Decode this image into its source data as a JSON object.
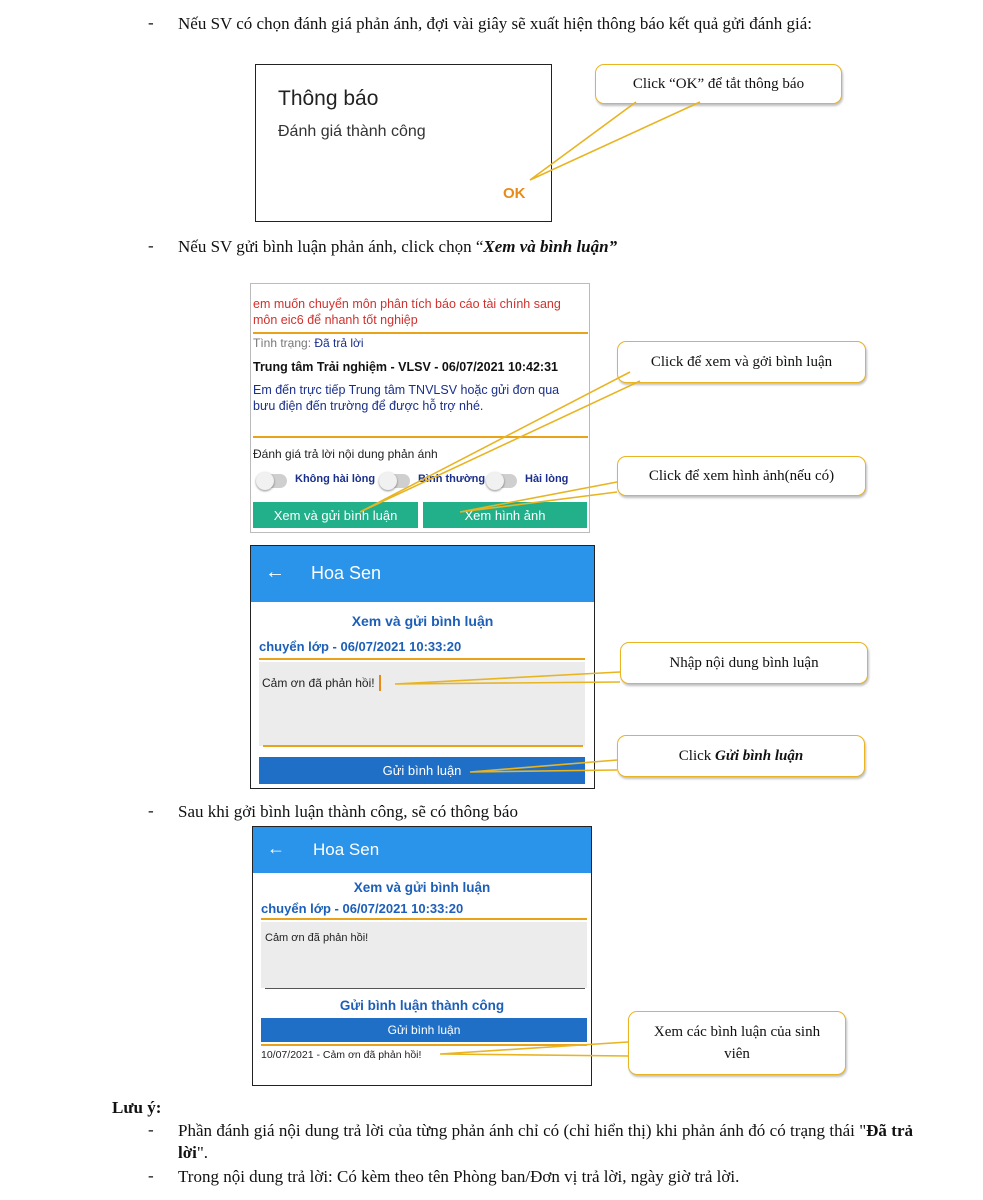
{
  "bullet": "-",
  "p1": "Nếu SV có chọn đánh giá phản ánh, đợi vài giây sẽ xuất hiện thông báo kết quả gửi đánh giá:",
  "dialog": {
    "title": "Thông báo",
    "message": "Đánh giá thành công",
    "ok": "OK"
  },
  "callout_ok": "Click “OK” để tắt thông báo",
  "p2": {
    "prefix": "Nếu SV gửi bình luận phản ánh, click chọn “",
    "emph": "Xem và bình luận”"
  },
  "feedback": {
    "request_text": "em muốn chuyển môn phân tích báo cáo tài chính sang môn eic6 để nhanh tốt nghiệp",
    "status_label": "Tình trạng: ",
    "status_value": "Đã trả lời",
    "responder": "Trung tâm Trải nghiệm - VLSV - 06/07/2021 10:42:31",
    "reply_text": "Em đến trực tiếp Trung tâm TNVLSV hoặc gửi đơn qua bưu điện đến trường để được hỗ trợ nhé.",
    "rating_title": "Đánh giá trả lời nội dung phản ánh",
    "options": [
      "Không hài lòng",
      "Bình thường",
      "Hài lòng"
    ],
    "btn_comment": "Xem và gửi bình luận",
    "btn_image": "Xem hình ảnh"
  },
  "callout_comment": "Click  để xem và gởi bình luận",
  "callout_image": "Click để xem hình ảnh(nếu có)",
  "screen": {
    "back_icon": "←",
    "app_title": "Hoa Sen",
    "heading": "Xem và gửi bình luận",
    "subheading": "chuyển lớp - 06/07/2021 10:33:20",
    "input_value": "Cảm ơn đã phản hồi!",
    "button": "Gửi bình luận",
    "success": "Gửi bình luận thành công",
    "comment_entry": "10/07/2021 - Cảm ơn đã phản hồi!"
  },
  "callout_input": "Nhập nội dung bình luận",
  "callout_send": {
    "prefix": "Click ",
    "emph": "Gửi bình luận"
  },
  "p3": "Sau khi gởi bình luận thành công, sẽ có thông báo",
  "callout_view": "Xem các bình luận của sinh viên",
  "note": {
    "title": "Lưu ý:",
    "item1_prefix": "Phần đánh giá nội dung trả lời của từng phản ánh chỉ có (chỉ hiển thị) khi phản ánh đó có trạng thái \"",
    "item1_bold": "Đã trả lời",
    "item1_suffix": "\".",
    "item2": "Trong nội dung trả lời: Có kèm theo tên Phòng ban/Đơn vị trả lời, ngày giờ trả lời."
  },
  "colors": {
    "accent_orange": "#e8a31b",
    "app_blue": "#2a93ea",
    "button_blue": "#1f6fc6",
    "button_green": "#22b08a",
    "callout_border": "#e8b422",
    "red_text": "#d0312d",
    "navy_text": "#1a2f8c"
  }
}
